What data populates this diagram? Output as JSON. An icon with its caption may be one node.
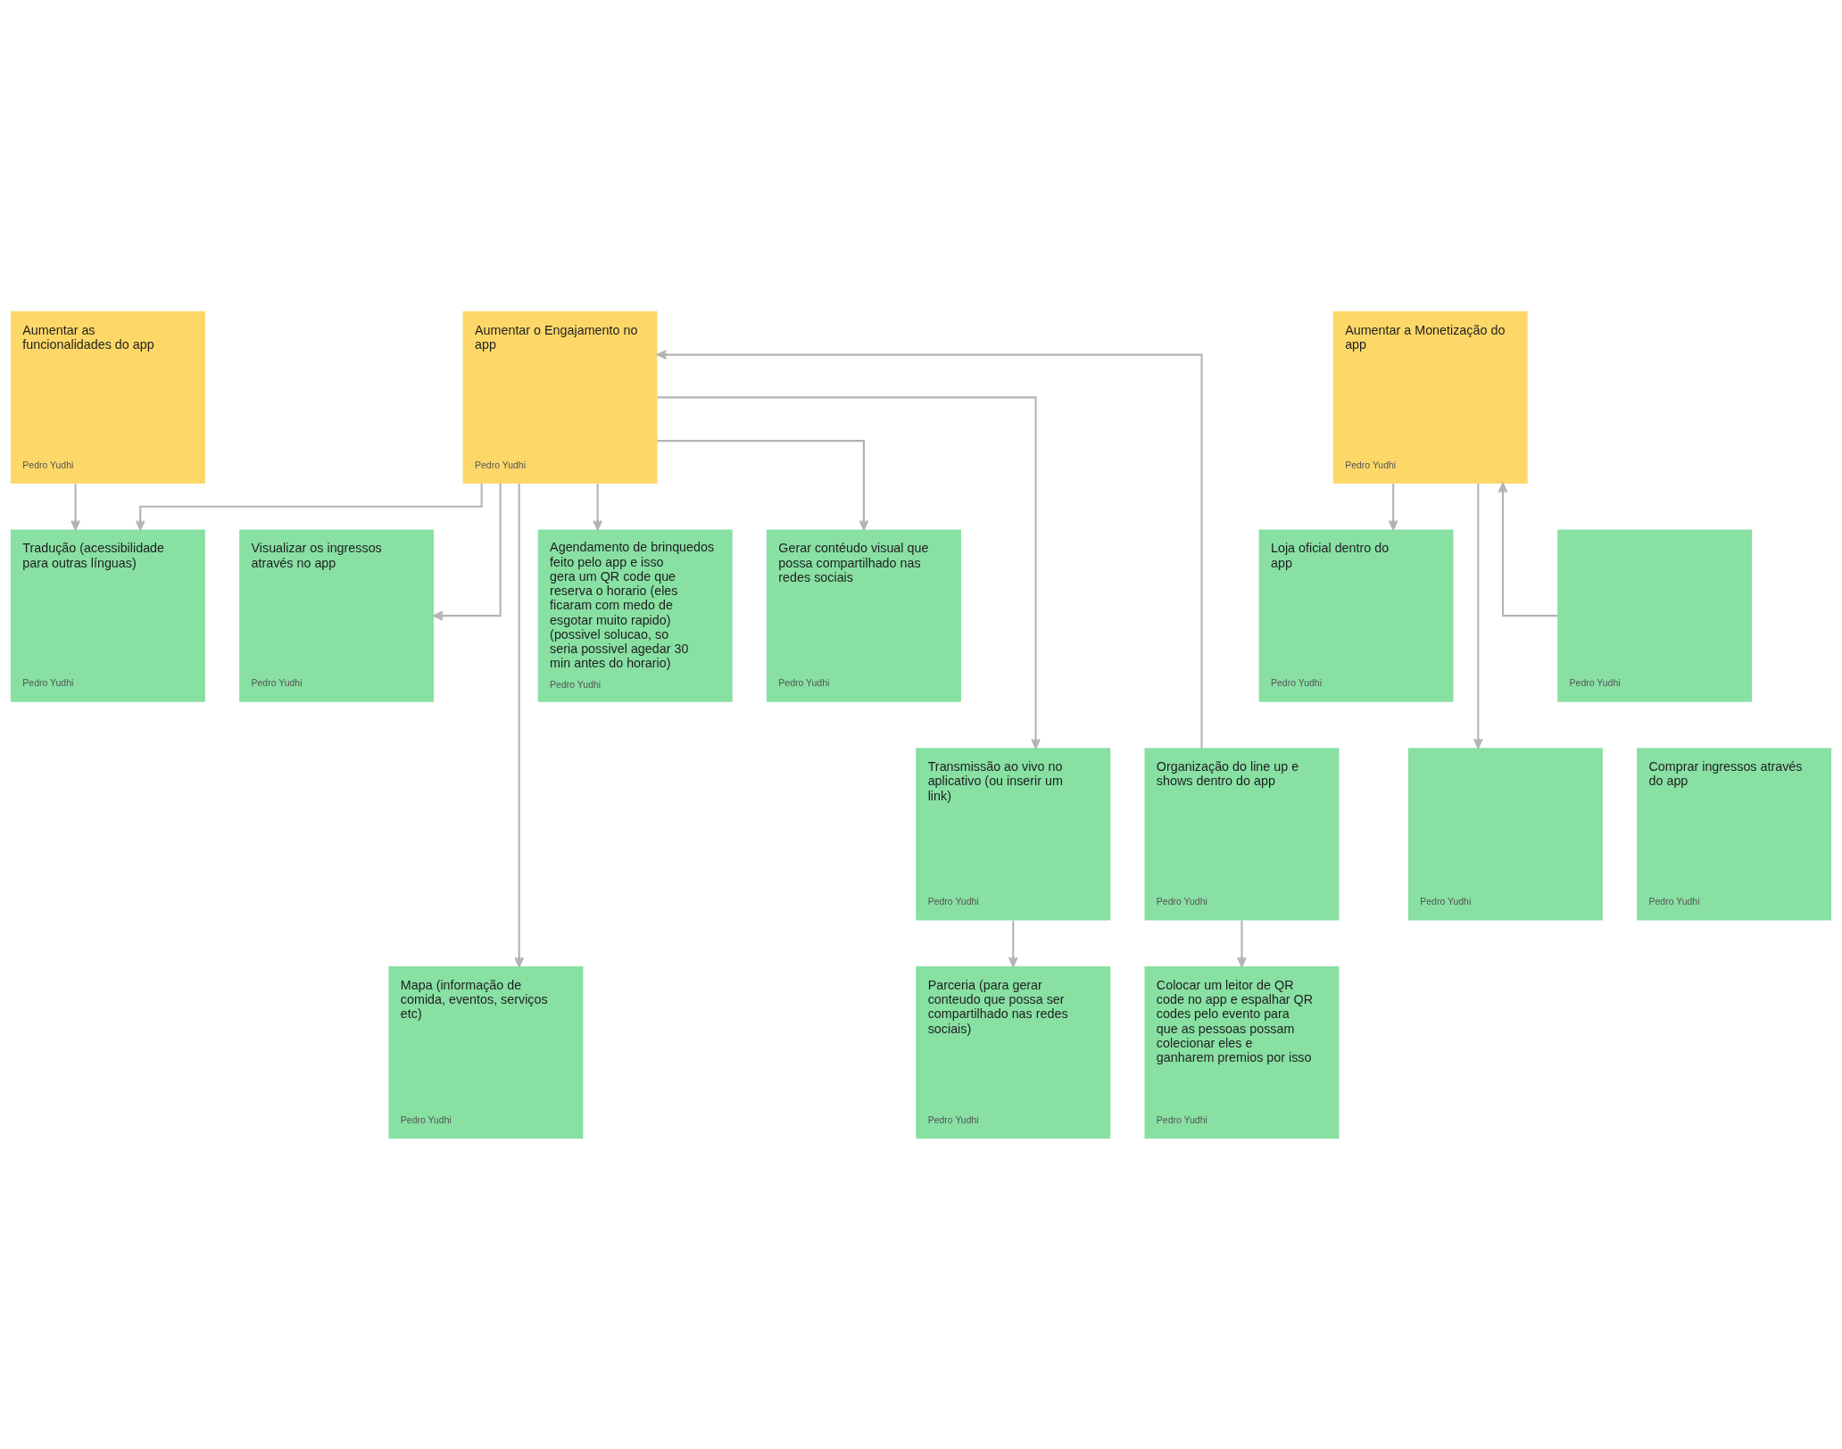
{
  "diagram": {
    "nodes": [
      {
        "text": [
          "Aumentar as funcionalidades do app",
          "Pedro Yudhi"
        ]
      },
      {
        "text": [
          "Aumentar o Engajamento no app",
          "Pedro Yudhi"
        ]
      },
      {
        "text": [
          "Aumentar a Monetização do app",
          "Pedro Yudhi"
        ]
      },
      {
        "text": [
          "Visualizar os ingressos através no app",
          "Pedro Yudhi"
        ]
      },
      {
        "text": [
          "Tradução (acessibilidade para outras línguas)",
          "Pedro Yudhi"
        ]
      },
      {
        "text": [
          "Comprar ingressos através do app",
          "Pedro Yudhi"
        ]
      },
      {
        "text": [
          "Mapa (informação de comida, eventos, serviços etc)",
          "Pedro Yudhi"
        ]
      },
      {
        "text": [
          "Agendamento de brinquedos feito pelo app e isso gera um QR code que reserva o horario (eles ficaram com medo de esgotar muito rapido) (possivel solucao, so seria possivel agedar 30 min antes do horario)",
          "Pedro Yudhi"
        ]
      },
      {
        "text": [
          "Gerar contéudo visual que possa compartilhado nas redes sociais",
          "Pedro Yudhi"
        ]
      },
      {
        "text": [
          "Transmissão ao vivo no aplicativo (ou inserir um link)",
          "Pedro Yudhi"
        ]
      },
      {
        "text": [
          "Organização do line up e shows dentro do app",
          "Pedro Yudhi"
        ]
      },
      {
        "text": [
          "Parceria (para gerar conteudo que possa ser compartilhado nas redes sociais)",
          "Pedro Yudhi"
        ]
      },
      {
        "text": [
          "Colocar um leitor de QR code no app e espalhar QR codes pelo evento para que as pessoas possam colecionar eles e ganharem premios por isso",
          "Pedro Yudhi"
        ]
      },
      {
        "text": [
          "Loja oficial dentro do app",
          "Pedro Yudhi"
        ]
      },
      {
        "text": [
          "Pedro Yudhi"
        ]
      },
      {
        "text": [
          "Pedro Yudhi"
        ]
      }
    ],
    "edges": [
      {
        "from": 0,
        "to": 4,
        "arrow": "to"
      },
      {
        "from": 1,
        "to": 3,
        "arrow": "to"
      },
      {
        "from": 1,
        "to": 4,
        "arrow": "to"
      },
      {
        "from": 1,
        "to": 7,
        "arrow": "to"
      },
      {
        "from": 1,
        "to": 8,
        "arrow": "to"
      },
      {
        "from": 1,
        "to": 9,
        "arrow": "to"
      },
      {
        "from": 1,
        "to": 6,
        "arrow": "to"
      },
      {
        "from": 10,
        "to": 1,
        "arrow": "to"
      },
      {
        "from": 9,
        "to": 11,
        "arrow": "to"
      },
      {
        "from": 10,
        "to": 12,
        "arrow": "to"
      },
      {
        "from": 2,
        "to": 13,
        "arrow": "to"
      },
      {
        "from": 14,
        "to": 2,
        "arrow": "to"
      },
      {
        "from": 2,
        "to": 15,
        "arrow": "to"
      }
    ]
  }
}
